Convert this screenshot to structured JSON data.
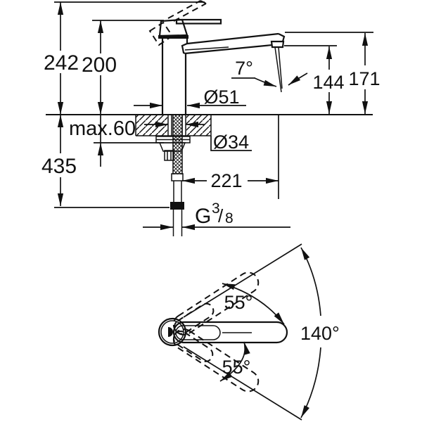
{
  "diagram": {
    "type": "faucet-dimension-drawing",
    "colors": {
      "line": "#111111",
      "background": "#ffffff"
    },
    "side_view": {
      "labels": {
        "overall_height": "242",
        "body_height": "200",
        "max_deck_thickness": "max.60",
        "below_deck_length": "435",
        "body_diameter": "Ø51",
        "hole_diameter": "Ø34",
        "spout_projection": "221",
        "stream_angle": "7°",
        "outlet_height": "144",
        "spout_height": "171",
        "thread_g": "G",
        "thread_numerator": "3",
        "thread_slash": "/",
        "thread_denominator": "8"
      }
    },
    "top_view": {
      "labels": {
        "swivel_upper": "55°",
        "swivel_lower": "55°",
        "swivel_total": "140°"
      }
    }
  }
}
